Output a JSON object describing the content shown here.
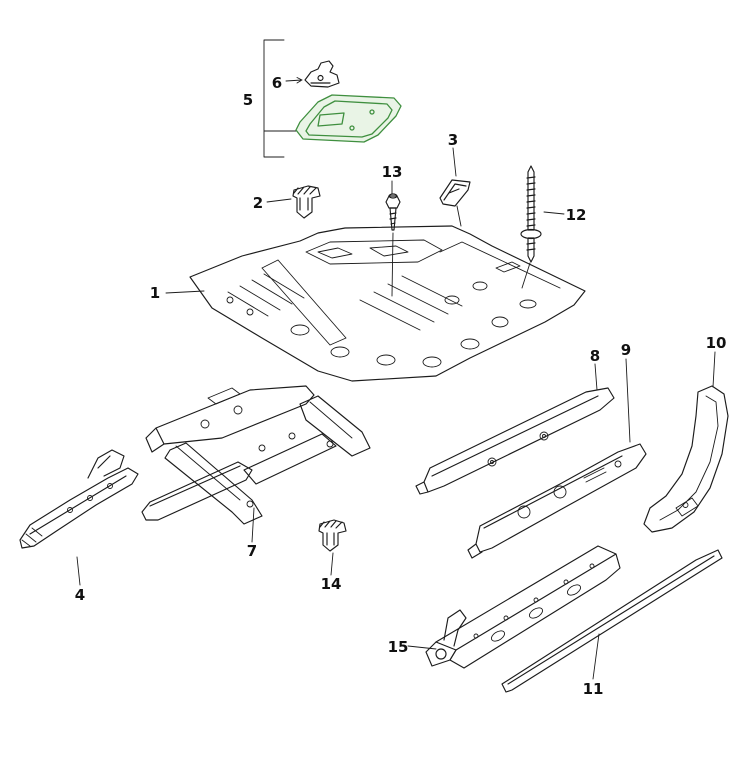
{
  "diagram": {
    "type": "exploded-parts-line-drawing",
    "background_color": "#ffffff",
    "line_color": "#1c1c1c",
    "highlight_color": "#3f8f3f",
    "highlight_fill_color": "#e9f4e6",
    "highlighted_callout": "5",
    "callouts": [
      {
        "label": "1"
      },
      {
        "label": "2"
      },
      {
        "label": "3"
      },
      {
        "label": "4"
      },
      {
        "label": "5"
      },
      {
        "label": "6"
      },
      {
        "label": "7"
      },
      {
        "label": "8"
      },
      {
        "label": "9"
      },
      {
        "label": "10"
      },
      {
        "label": "11"
      },
      {
        "label": "12"
      },
      {
        "label": "13"
      },
      {
        "label": "14"
      },
      {
        "label": "15"
      }
    ]
  }
}
